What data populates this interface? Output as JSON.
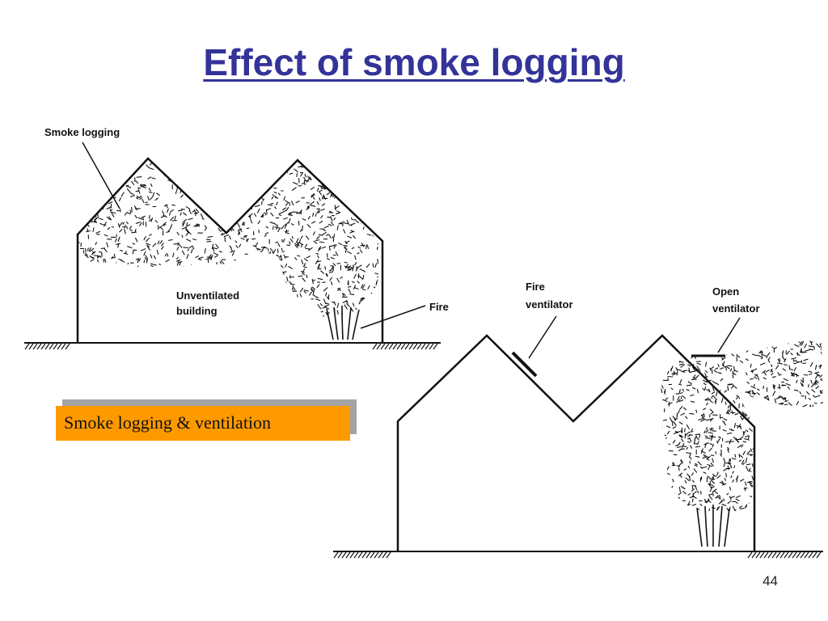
{
  "slide": {
    "title": "Effect of smoke logging",
    "caption": "Smoke logging & ventilation",
    "page_number": "44"
  },
  "diagram": {
    "unventilated": {
      "label_smoke": "Smoke logging",
      "label_building_1": "Unventilated",
      "label_building_2": "building",
      "label_fire": "Fire"
    },
    "ventilated": {
      "label_fire_vent_1": "Fire",
      "label_fire_vent_2": "ventilator",
      "label_open_vent_1": "Open",
      "label_open_vent_2": "ventilator"
    }
  },
  "colors": {
    "title": "#333399",
    "caption_bg": "#ff9900",
    "caption_shadow": "#a3a3a3",
    "ink": "#111111"
  }
}
